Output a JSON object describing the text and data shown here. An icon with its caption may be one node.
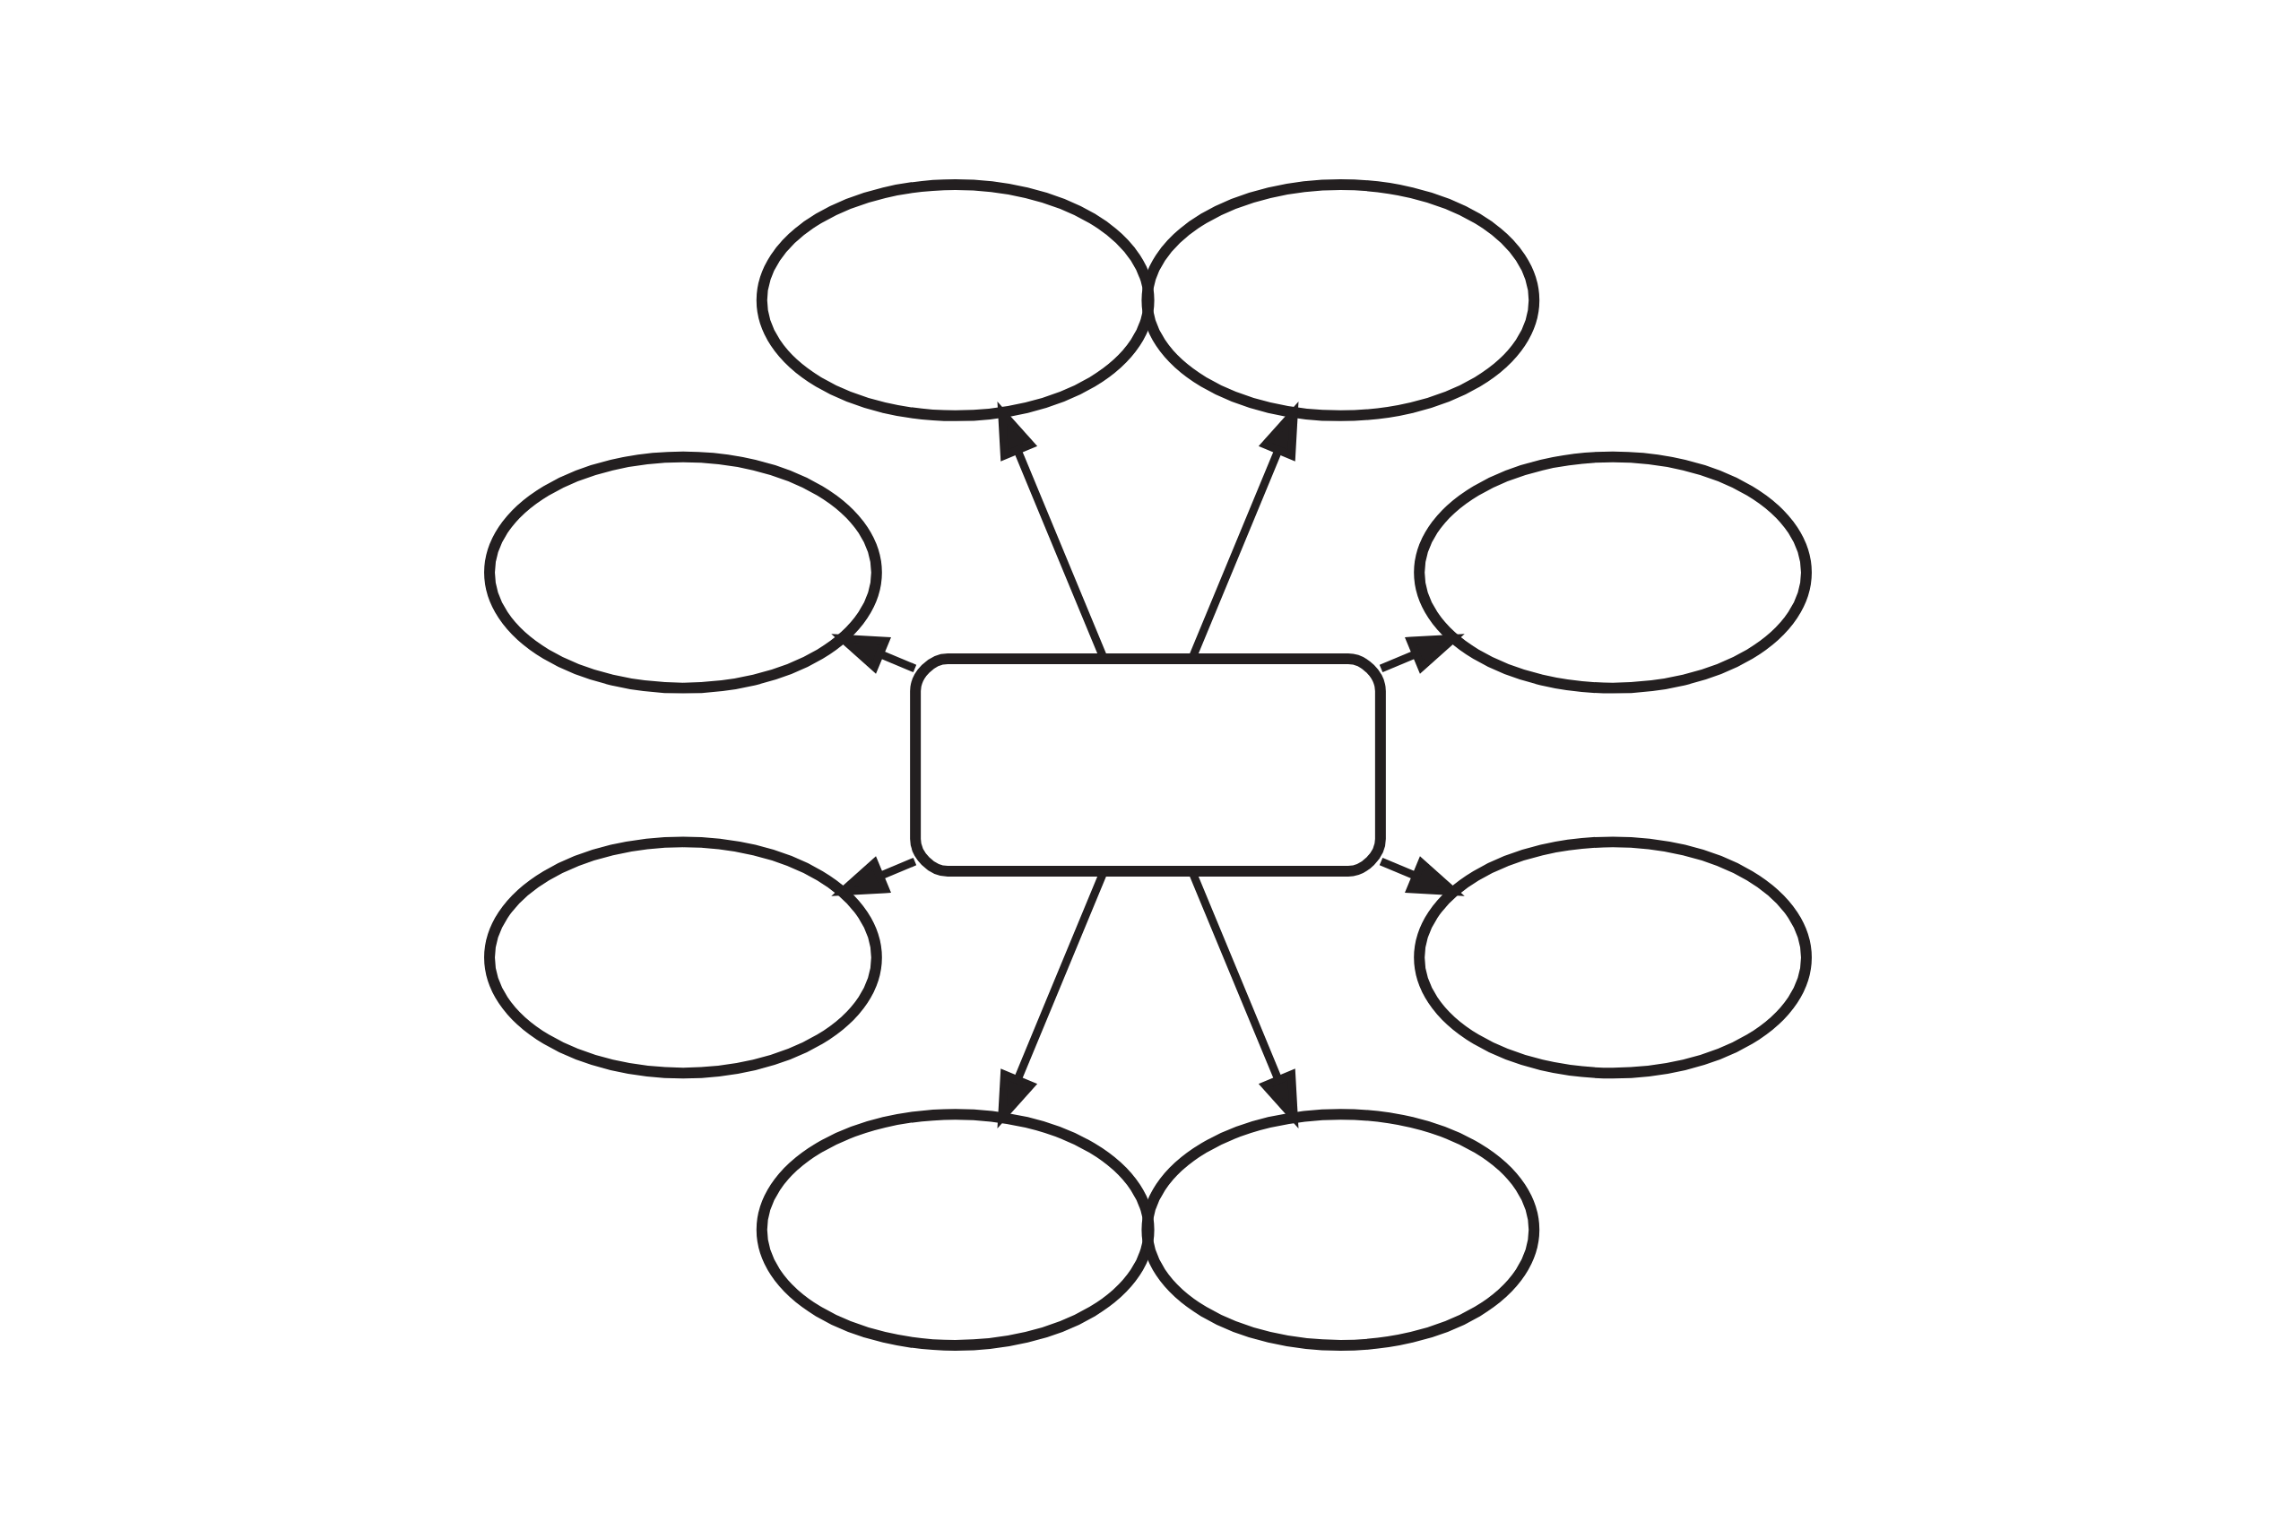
{
  "diagram": {
    "nodes": [
      {
        "text": [],
        "shape": "box"
      },
      {
        "text": [],
        "shape": "ellipse"
      },
      {
        "text": [],
        "shape": "ellipse"
      },
      {
        "text": [],
        "shape": "ellipse"
      },
      {
        "text": [],
        "shape": "ellipse"
      },
      {
        "text": [],
        "shape": "ellipse"
      },
      {
        "text": [],
        "shape": "ellipse"
      },
      {
        "text": [],
        "shape": "ellipse"
      },
      {
        "text": [],
        "shape": "ellipse"
      }
    ],
    "edges": [
      {
        "from": 0,
        "to": 2,
        "arrow": "to"
      },
      {
        "from": 0,
        "to": 1,
        "arrow": "to"
      },
      {
        "from": 0,
        "to": 3,
        "arrow": "to"
      },
      {
        "from": 0,
        "to": 4,
        "arrow": "to"
      },
      {
        "from": 0,
        "to": 5,
        "arrow": "to"
      },
      {
        "from": 0,
        "to": 6,
        "arrow": "to"
      },
      {
        "from": 0,
        "to": 8,
        "arrow": "to"
      },
      {
        "from": 0,
        "to": 7,
        "arrow": "to"
      }
    ]
  }
}
